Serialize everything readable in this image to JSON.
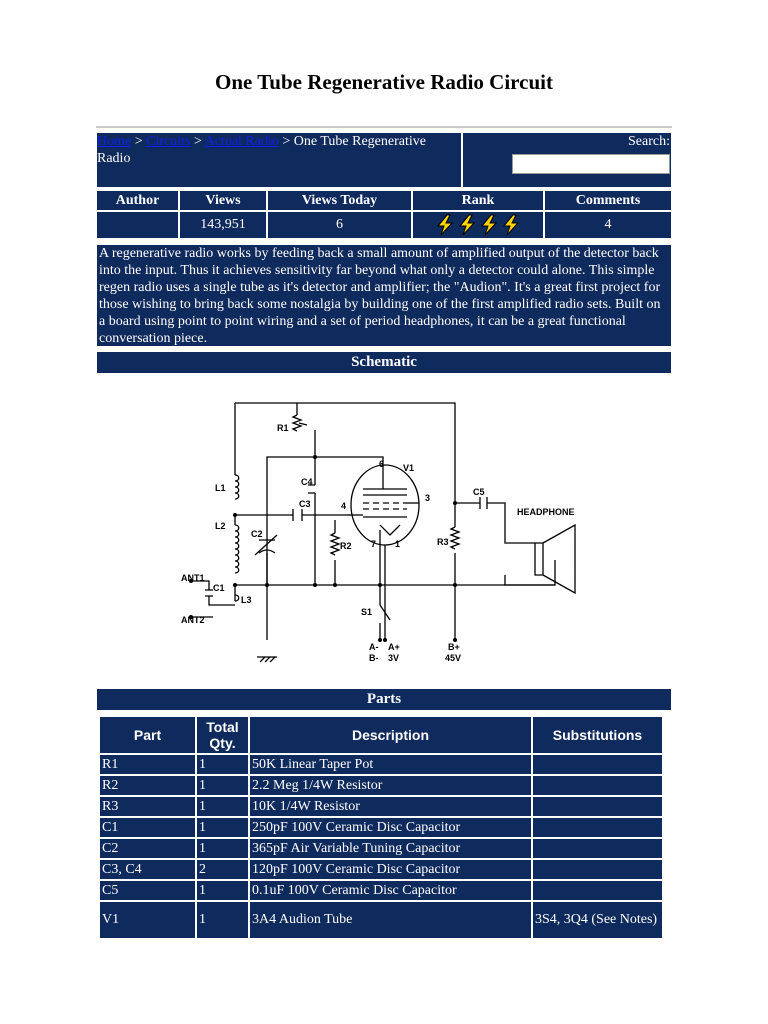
{
  "title": "One Tube Regenerative Radio Circuit",
  "breadcrumb": {
    "home": "Home",
    "sep1": ">",
    "circuits": "Circuits",
    "sep2": ">",
    "actual_radio": "Actual Radio",
    "sep3": ">",
    "current": "One Tube Regenerative Radio"
  },
  "search": {
    "label": "Search:",
    "value": ""
  },
  "stats": {
    "headers": [
      "Author",
      "Views",
      "Views Today",
      "Rank",
      "Comments"
    ],
    "author": "",
    "views": "143,951",
    "views_today": "6",
    "rank_icons": 4,
    "comments": "4"
  },
  "description": "A regenerative radio works by feeding back a small amount of amplified output of the detector back into the input. Thus it achieves sensitivity far beyond what only a detector could alone. This simple regen radio uses a single tube as it's detector and amplifier; the \"Audion\". It's a great first project for those wishing to bring back some nostalgia by building one of the first amplified radio sets. Built on a board using point to point wiring and a set of period headphones, it can be a great functional conversation piece.",
  "schematic": {
    "heading": "Schematic",
    "labels": {
      "r1": "R1",
      "c4": "C4",
      "c3": "C3",
      "v1": "V1",
      "c5": "C5",
      "headphone": "HEADPHONE",
      "l1": "L1",
      "l2": "L2",
      "c2": "C2",
      "r2": "R2",
      "r3": "R3",
      "ant1": "ANT1",
      "c1": "C1",
      "l3": "L3",
      "ant2": "ANT2",
      "s1": "S1",
      "a_minus": "A-",
      "b_minus": "B-",
      "a_plus": "A+",
      "v3": "3V",
      "b_plus": "B+",
      "v45": "45V",
      "pin6": "6",
      "pin4": "4",
      "pin3": "3",
      "pin7": "7",
      "pin1": "1"
    }
  },
  "parts": {
    "heading": "Parts",
    "headers": {
      "part": "Part",
      "qty": "Total Qty.",
      "desc": "Description",
      "subs": "Substitutions"
    },
    "rows": [
      {
        "part": "R1",
        "qty": "1",
        "desc": "50K Linear Taper Pot",
        "subs": ""
      },
      {
        "part": "R2",
        "qty": "1",
        "desc": "2.2 Meg 1/4W Resistor",
        "subs": ""
      },
      {
        "part": "R3",
        "qty": "1",
        "desc": "10K 1/4W Resistor",
        "subs": ""
      },
      {
        "part": "C1",
        "qty": "1",
        "desc": "250pF 100V Ceramic Disc Capacitor",
        "subs": ""
      },
      {
        "part": "C2",
        "qty": "1",
        "desc": "365pF Air Variable Tuning Capacitor",
        "subs": ""
      },
      {
        "part": "C3, C4",
        "qty": "2",
        "desc": "120pF 100V Ceramic Disc Capacitor",
        "subs": ""
      },
      {
        "part": "C5",
        "qty": "1",
        "desc": "0.1uF 100V Ceramic Disc Capacitor",
        "subs": ""
      },
      {
        "part": "V1",
        "qty": "1",
        "desc": "3A4 Audion Tube",
        "subs": "3S4, 3Q4 (See Notes)"
      }
    ]
  },
  "colors": {
    "navy": "#0f2a5c",
    "link": "#1020e8",
    "bolt": "#ffd400"
  }
}
